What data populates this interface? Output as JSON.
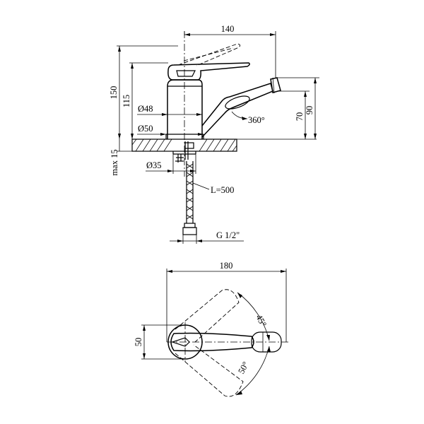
{
  "dimensions": {
    "width_140": "140",
    "height_150": "150",
    "height_115": "115",
    "dia_48": "Ø48",
    "dia_50": "Ø50",
    "max_15": "max 15",
    "dia_35": "Ø35",
    "rotation_360": "360°",
    "height_70": "70",
    "height_90": "90",
    "hose_length": "L=500",
    "thread": "G 1/2\"",
    "width_180": "180",
    "width_50": "50",
    "angle_45": "45°",
    "angle_50": "50°"
  }
}
